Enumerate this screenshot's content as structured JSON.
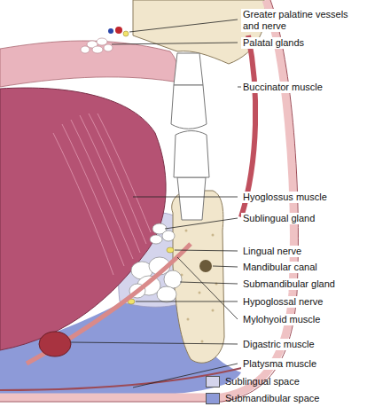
{
  "diagram": {
    "labels": [
      "Greater palatine vessels and nerve",
      "Palatal glands",
      "Buccinator muscle",
      "Hyoglossus muscle",
      "Sublingual gland",
      "Lingual nerve",
      "Mandibular canal",
      "Submandibular gland",
      "Hypoglossal nerve",
      "Mylohyoid muscle",
      "Digastric muscle",
      "Platysma muscle"
    ],
    "legend": [
      {
        "text": "Sublingual space",
        "color": "#d4d4ec"
      },
      {
        "text": "Submandibular space",
        "color": "#8d9ad8"
      }
    ]
  }
}
